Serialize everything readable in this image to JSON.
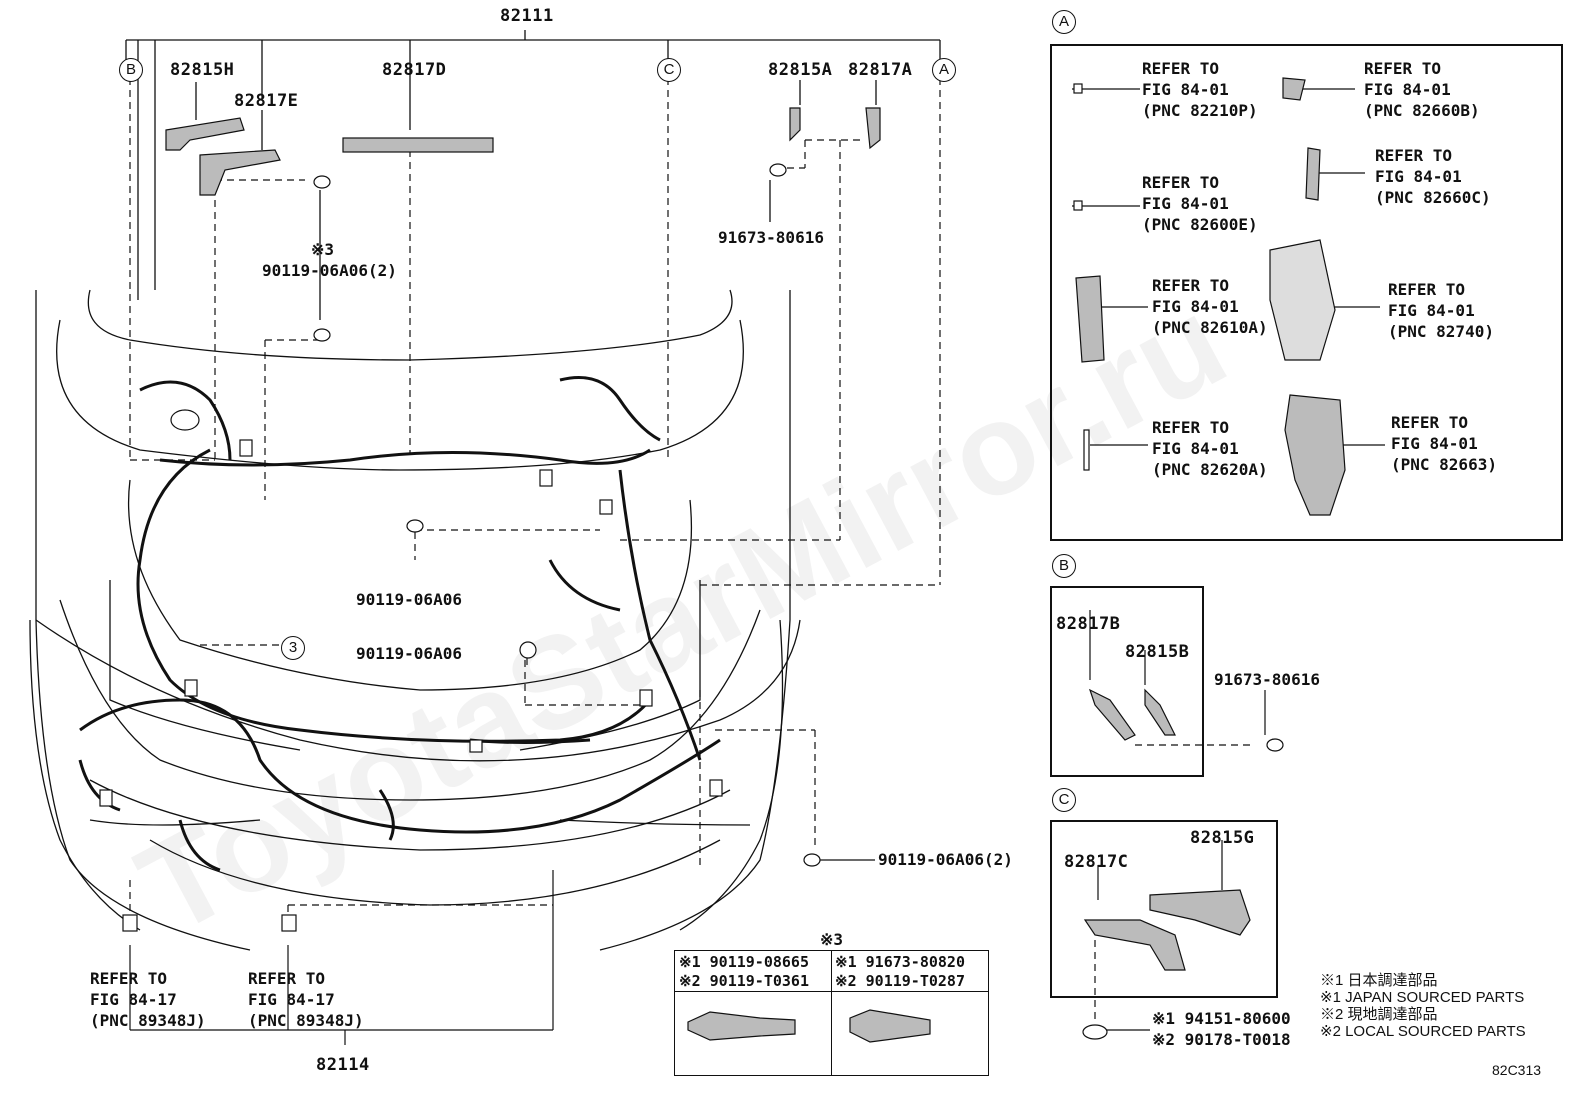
{
  "top_part": "82111",
  "bottom_part": "82114",
  "diagram_code": "82C313",
  "watermark": "ToyotaStarMirror.ru",
  "callouts": {
    "a": "A",
    "b": "B",
    "c": "C",
    "three": "3",
    "note3": "※3"
  },
  "main_labels": {
    "p82815H": "82815H",
    "p82817E": "82817E",
    "p82817D": "82817D",
    "p82815A": "82815A",
    "p82817A": "82817A",
    "p91673_top": "91673-80616",
    "p90119_2_top": "90119-06A06(2)",
    "p90119_mid1": "90119-06A06",
    "p90119_mid2": "90119-06A06",
    "p90119_2_bottom": "90119-06A06(2)"
  },
  "bottom_refs": [
    {
      "l1": "REFER TO",
      "l2": "FIG 84-17",
      "l3": "(PNC 89348J)"
    },
    {
      "l1": "REFER TO",
      "l2": "FIG 84-17",
      "l3": "(PNC 89348J)"
    }
  ],
  "panel_a_refs": [
    {
      "l1": "REFER TO",
      "l2": "FIG 84-01",
      "l3": "(PNC 82210P)"
    },
    {
      "l1": "REFER TO",
      "l2": "FIG 84-01",
      "l3": "(PNC 82660B)"
    },
    {
      "l1": "REFER TO",
      "l2": "FIG 84-01",
      "l3": "(PNC 82660C)"
    },
    {
      "l1": "REFER TO",
      "l2": "FIG 84-01",
      "l3": "(PNC 82600E)"
    },
    {
      "l1": "REFER TO",
      "l2": "FIG 84-01",
      "l3": "(PNC 82610A)"
    },
    {
      "l1": "REFER TO",
      "l2": "FIG 84-01",
      "l3": "(PNC 82740)"
    },
    {
      "l1": "REFER TO",
      "l2": "FIG 84-01",
      "l3": "(PNC 82620A)"
    },
    {
      "l1": "REFER TO",
      "l2": "FIG 84-01",
      "l3": "(PNC 82663)"
    }
  ],
  "panel_b": {
    "p1": "82817B",
    "p2": "82815B",
    "p3": "91673-80616"
  },
  "panel_c": {
    "p1": "82817C",
    "p2": "82815G",
    "p3a": "※1 94151-80600",
    "p3b": "※2 90178-T0018"
  },
  "fastener_table": {
    "c1r1": "※1 90119-08665",
    "c1r2": "※2 90119-T0361",
    "c2r1": "※1 91673-80820",
    "c2r2": "※2 90119-T0287"
  },
  "legend": [
    "※1 日本調達部品",
    "※1 JAPAN SOURCED PARTS",
    "※2 現地調達部品",
    "※2 LOCAL SOURCED PARTS"
  ]
}
